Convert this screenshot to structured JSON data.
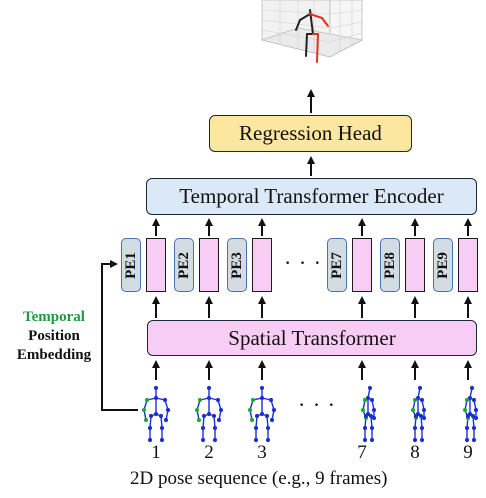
{
  "diagram": {
    "regression_head": "Regression Head",
    "temporal_encoder": "Temporal Transformer Encoder",
    "spatial_transformer": "Spatial Transformer",
    "pe_labels": [
      "PE1",
      "PE2",
      "PE3",
      "PE7",
      "PE8",
      "PE9"
    ],
    "ellipsis": "· · ·",
    "side_label": {
      "line1": "Temporal",
      "line2": "Position",
      "line3": "Embedding"
    },
    "frame_numbers": [
      "1",
      "2",
      "3",
      "7",
      "8",
      "9"
    ],
    "caption": "2D pose sequence (e.g., 9 frames)",
    "colors": {
      "regression_fill": "#fde6a0",
      "temporal_fill": "#dbe8f6",
      "spatial_fill": "#f8cdf5",
      "pe_fill": "#d3dbe3",
      "pose_blue": "#1a2fd6",
      "pose_green": "#1fa83a",
      "temporal_label_green": "#1f9a3f",
      "pose_3d_red": "#e03020"
    }
  }
}
